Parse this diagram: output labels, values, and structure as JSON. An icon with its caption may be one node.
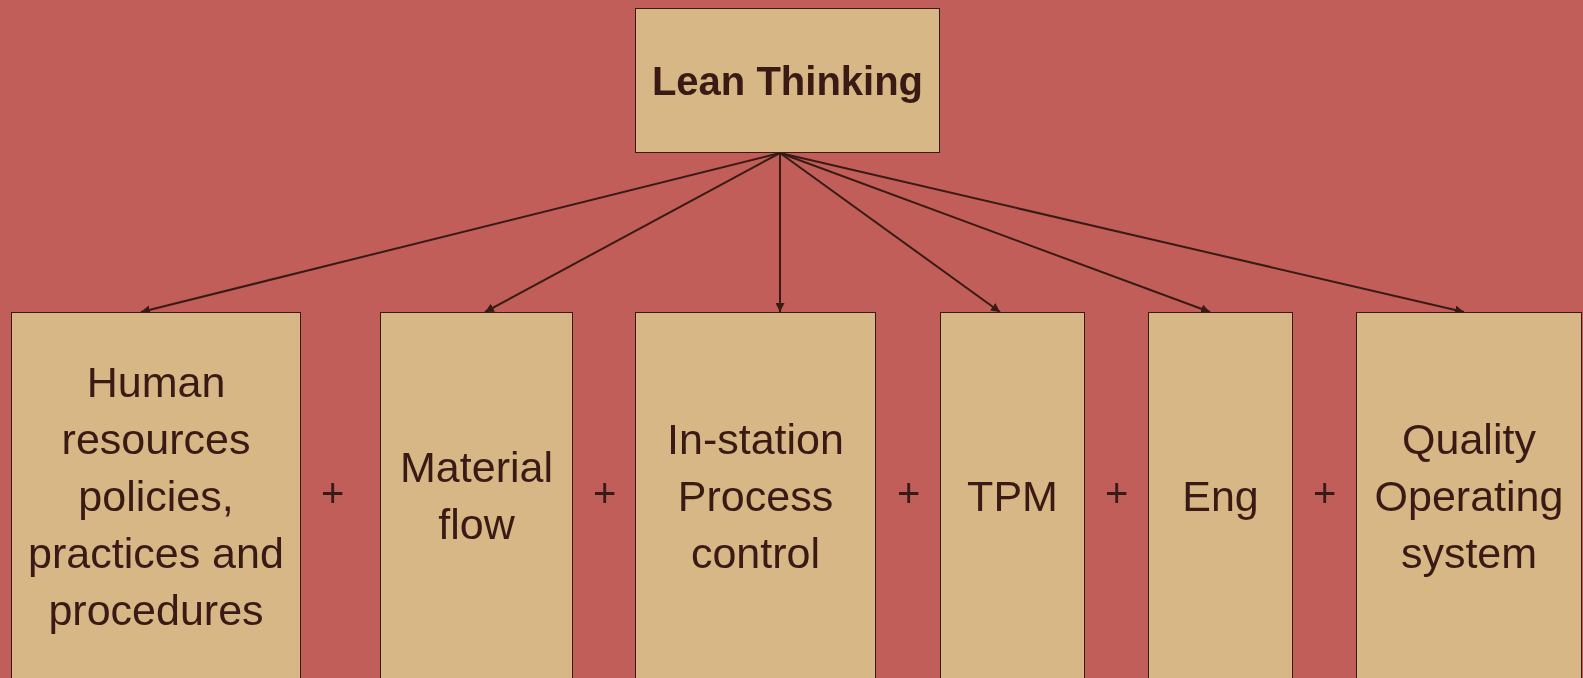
{
  "diagram": {
    "nodes": [
      {
        "text": [
          "Lean Thinking"
        ]
      },
      {
        "text": [
          "Human resources policies, practices and procedures"
        ]
      },
      {
        "text": [
          "Material flow"
        ]
      },
      {
        "text": [
          "In-station Process control"
        ]
      },
      {
        "text": [
          "TPM"
        ]
      },
      {
        "text": [
          "Eng"
        ]
      },
      {
        "text": [
          "Quality Operating system"
        ]
      }
    ],
    "edges": [
      {
        "from": 0,
        "to": 1,
        "arrow": "to"
      },
      {
        "from": 0,
        "to": 2,
        "arrow": "to"
      },
      {
        "from": 0,
        "to": 3,
        "arrow": "to"
      },
      {
        "from": 0,
        "to": 4,
        "arrow": "to"
      },
      {
        "from": 0,
        "to": 5,
        "arrow": "to"
      },
      {
        "from": 0,
        "to": 6,
        "arrow": "to"
      }
    ],
    "labels": [
      "+",
      "+",
      "+",
      "+",
      "+"
    ]
  }
}
